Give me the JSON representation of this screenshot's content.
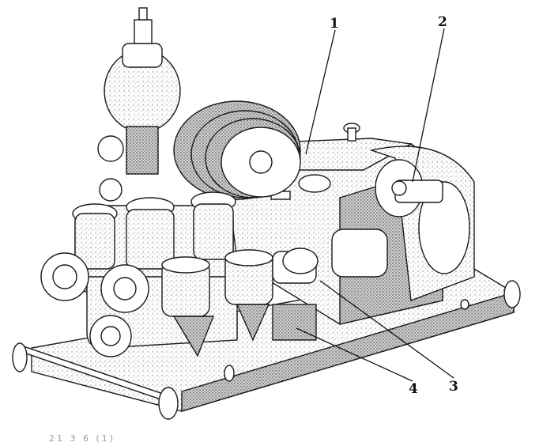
{
  "callouts": {
    "c1": "1",
    "c2": "2",
    "c3": "3",
    "c4": "4"
  },
  "caption_fragment": "21  3   6         (1)",
  "colors": {
    "ink": "#1a1a1a",
    "paper": "#ffffff",
    "shade": "#b8b8b8"
  }
}
